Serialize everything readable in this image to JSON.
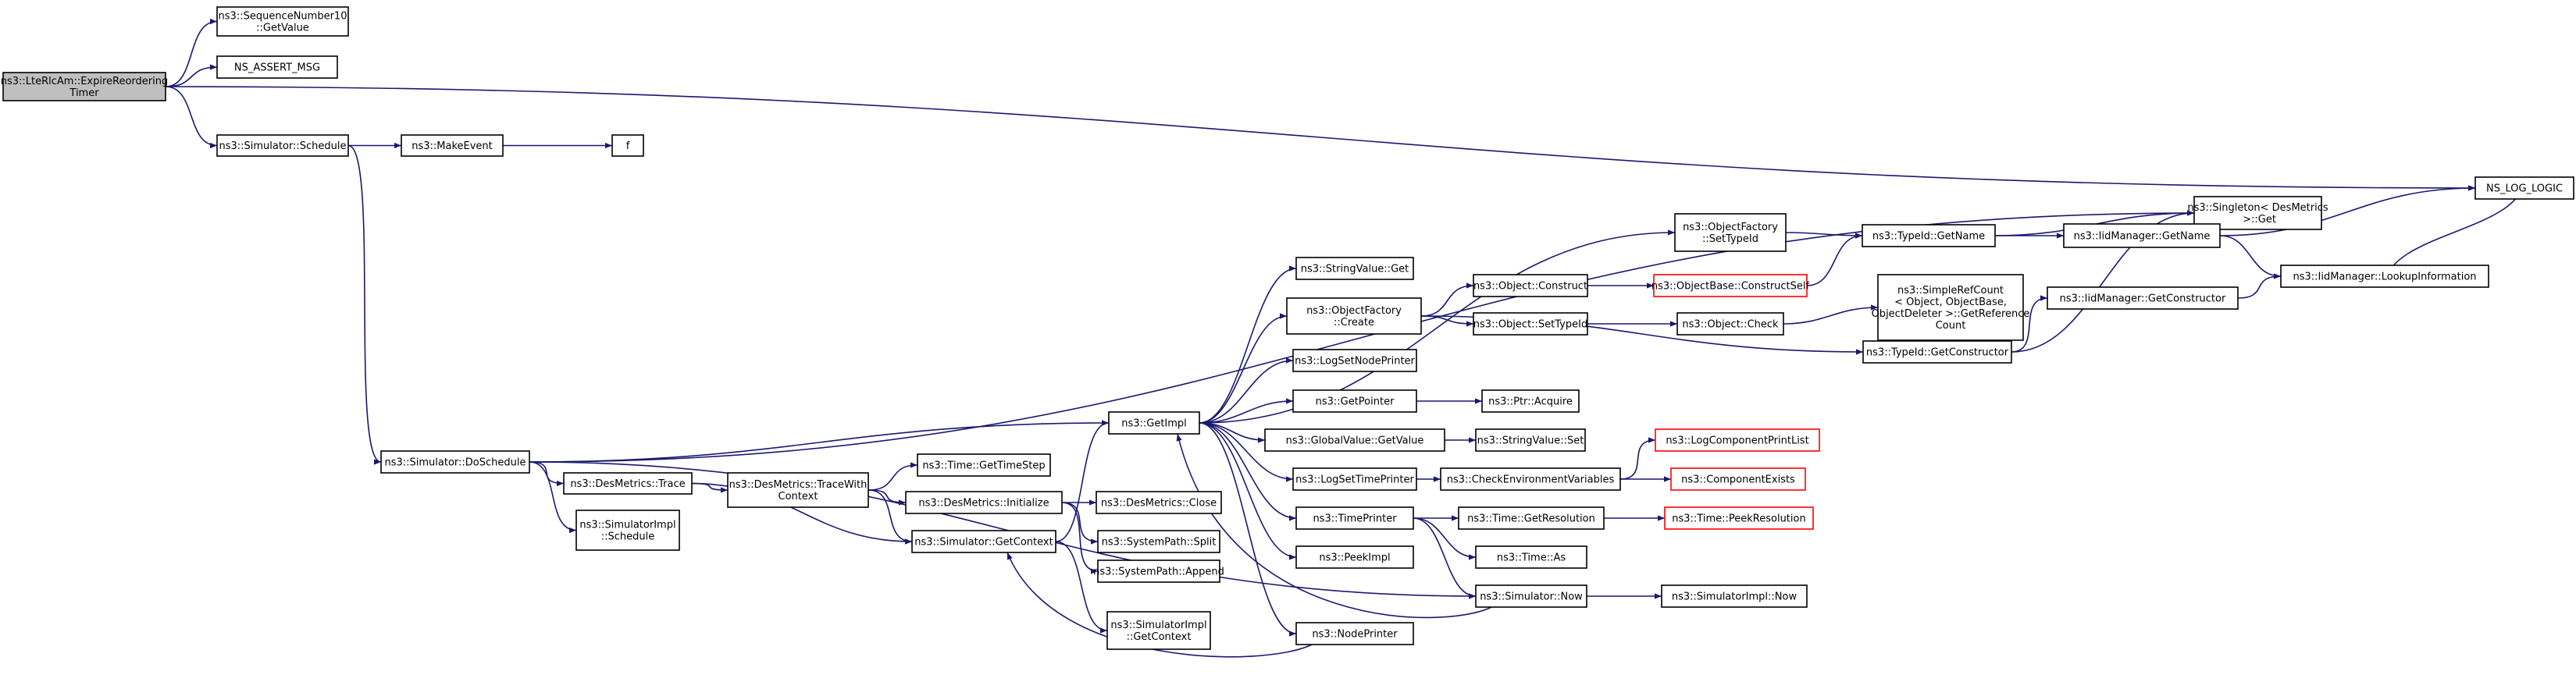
{
  "graph": {
    "type": "call-graph",
    "edge_color": "#191970",
    "root_fill": "#bfbfbf",
    "missing_border_color": "#ff0000",
    "nodes": [
      {
        "id": "root",
        "label": [
          "ns3::LteRlcAm::ExpireReordering",
          "Timer"
        ],
        "style": "root"
      },
      {
        "id": "seqget",
        "label": [
          "ns3::SequenceNumber10",
          "::GetValue"
        ]
      },
      {
        "id": "nsassert",
        "label": [
          "NS_ASSERT_MSG"
        ]
      },
      {
        "id": "simschedule",
        "label": [
          "ns3::Simulator::Schedule"
        ]
      },
      {
        "id": "makeevent",
        "label": [
          "ns3::MakeEvent"
        ]
      },
      {
        "id": "f",
        "label": [
          "f"
        ]
      },
      {
        "id": "doschedule",
        "label": [
          "ns3::Simulator::DoSchedule"
        ]
      },
      {
        "id": "destrace",
        "label": [
          "ns3::DesMetrics::Trace"
        ]
      },
      {
        "id": "simimplschedule",
        "label": [
          "ns3::SimulatorImpl",
          "::Schedule"
        ]
      },
      {
        "id": "tracewith",
        "label": [
          "ns3::DesMetrics::TraceWith",
          "Context"
        ]
      },
      {
        "id": "gettimestep",
        "label": [
          "ns3::Time::GetTimeStep"
        ]
      },
      {
        "id": "desinit",
        "label": [
          "ns3::DesMetrics::Initialize"
        ]
      },
      {
        "id": "getcontext",
        "label": [
          "ns3::Simulator::GetContext"
        ]
      },
      {
        "id": "simimplgetcontext",
        "label": [
          "ns3::SimulatorImpl",
          "::GetContext"
        ]
      },
      {
        "id": "desclose",
        "label": [
          "ns3::DesMetrics::Close"
        ]
      },
      {
        "id": "split",
        "label": [
          "ns3::SystemPath::Split"
        ]
      },
      {
        "id": "append",
        "label": [
          "ns3::SystemPath::Append"
        ]
      },
      {
        "id": "getimpl",
        "label": [
          "ns3::GetImpl"
        ]
      },
      {
        "id": "stringvalueget",
        "label": [
          "ns3::StringValue::Get"
        ]
      },
      {
        "id": "ofcreate",
        "label": [
          "ns3::ObjectFactory",
          "::Create"
        ]
      },
      {
        "id": "logsetnode",
        "label": [
          "ns3::LogSetNodePrinter"
        ]
      },
      {
        "id": "getpointer",
        "label": [
          "ns3::GetPointer"
        ]
      },
      {
        "id": "globalvalue",
        "label": [
          "ns3::GlobalValue::GetValue"
        ]
      },
      {
        "id": "logsettime",
        "label": [
          "ns3::LogSetTimePrinter"
        ]
      },
      {
        "id": "timeprinter",
        "label": [
          "ns3::TimePrinter"
        ]
      },
      {
        "id": "peekimpl",
        "label": [
          "ns3::PeekImpl"
        ]
      },
      {
        "id": "nodeprinter",
        "label": [
          "ns3::NodePrinter"
        ]
      },
      {
        "id": "ofsettypeid",
        "label": [
          "ns3::ObjectFactory",
          "::SetTypeId"
        ]
      },
      {
        "id": "objconstruct",
        "label": [
          "ns3::Object::Construct"
        ]
      },
      {
        "id": "objsettypeid",
        "label": [
          "ns3::Object::SetTypeId"
        ]
      },
      {
        "id": "ptracquire",
        "label": [
          "ns3::Ptr::Acquire"
        ]
      },
      {
        "id": "stringvalueset",
        "label": [
          "ns3::StringValue::Set"
        ]
      },
      {
        "id": "checkenv",
        "label": [
          "ns3::CheckEnvironmentVariables"
        ]
      },
      {
        "id": "getresolution",
        "label": [
          "ns3::Time::GetResolution"
        ]
      },
      {
        "id": "timeas",
        "label": [
          "ns3::Time::As"
        ]
      },
      {
        "id": "simnow",
        "label": [
          "ns3::Simulator::Now"
        ]
      },
      {
        "id": "constructself",
        "label": [
          "ns3::ObjectBase::ConstructSelf"
        ],
        "style": "red"
      },
      {
        "id": "objcheck",
        "label": [
          "ns3::Object::Check"
        ]
      },
      {
        "id": "typeidgetname",
        "label": [
          "ns3::TypeId::GetName"
        ]
      },
      {
        "id": "simplerefcount",
        "label": [
          "ns3::SimpleRefCount",
          "< Object, ObjectBase,",
          "ObjectDeleter >::GetReference",
          "Count"
        ]
      },
      {
        "id": "typeidgetconstructor",
        "label": [
          "ns3::TypeId::GetConstructor"
        ]
      },
      {
        "id": "logcomplist",
        "label": [
          "ns3::LogComponentPrintList"
        ],
        "style": "red"
      },
      {
        "id": "compexists",
        "label": [
          "ns3::ComponentExists"
        ],
        "style": "red"
      },
      {
        "id": "peekresolution",
        "label": [
          "ns3::Time::PeekResolution"
        ],
        "style": "red"
      },
      {
        "id": "simimplnow",
        "label": [
          "ns3::SimulatorImpl::Now"
        ]
      },
      {
        "id": "singleton",
        "label": [
          "ns3::Singleton< DesMetrics",
          " >::Get"
        ]
      },
      {
        "id": "iidgetname",
        "label": [
          "ns3::IidManager::GetName"
        ]
      },
      {
        "id": "iidgetconstructor",
        "label": [
          "ns3::IidManager::GetConstructor"
        ]
      },
      {
        "id": "iidlookup",
        "label": [
          "ns3::IidManager::LookupInformation"
        ]
      },
      {
        "id": "nslog",
        "label": [
          "NS_LOG_LOGIC"
        ]
      }
    ],
    "edges": [
      [
        "root",
        "seqget"
      ],
      [
        "root",
        "nsassert"
      ],
      [
        "root",
        "simschedule"
      ],
      [
        "root",
        "nslog"
      ],
      [
        "simschedule",
        "makeevent"
      ],
      [
        "makeevent",
        "f"
      ],
      [
        "simschedule",
        "doschedule"
      ],
      [
        "doschedule",
        "destrace"
      ],
      [
        "doschedule",
        "simimplschedule"
      ],
      [
        "doschedule",
        "getimpl"
      ],
      [
        "doschedule",
        "simnow"
      ],
      [
        "doschedule",
        "singleton"
      ],
      [
        "destrace",
        "tracewith"
      ],
      [
        "destrace",
        "getcontext"
      ],
      [
        "tracewith",
        "gettimestep"
      ],
      [
        "tracewith",
        "desinit"
      ],
      [
        "tracewith",
        "getcontext"
      ],
      [
        "desinit",
        "desclose"
      ],
      [
        "desinit",
        "split"
      ],
      [
        "desinit",
        "append"
      ],
      [
        "getcontext",
        "getimpl"
      ],
      [
        "getcontext",
        "simimplgetcontext"
      ],
      [
        "getimpl",
        "stringvalueget"
      ],
      [
        "getimpl",
        "ofcreate"
      ],
      [
        "getimpl",
        "logsetnode"
      ],
      [
        "getimpl",
        "getpointer"
      ],
      [
        "getimpl",
        "globalvalue"
      ],
      [
        "getimpl",
        "logsettime"
      ],
      [
        "getimpl",
        "timeprinter"
      ],
      [
        "getimpl",
        "peekimpl"
      ],
      [
        "getimpl",
        "nodeprinter"
      ],
      [
        "getimpl",
        "ofsettypeid"
      ],
      [
        "nodeprinter",
        "getcontext"
      ],
      [
        "simnow",
        "getimpl"
      ],
      [
        "ofcreate",
        "objconstruct"
      ],
      [
        "ofcreate",
        "objsettypeid"
      ],
      [
        "ofcreate",
        "typeidgetconstructor"
      ],
      [
        "getpointer",
        "ptracquire"
      ],
      [
        "globalvalue",
        "stringvalueset"
      ],
      [
        "logsettime",
        "checkenv"
      ],
      [
        "checkenv",
        "logcomplist"
      ],
      [
        "checkenv",
        "compexists"
      ],
      [
        "timeprinter",
        "getresolution"
      ],
      [
        "timeprinter",
        "timeas"
      ],
      [
        "timeprinter",
        "simnow"
      ],
      [
        "getresolution",
        "peekresolution"
      ],
      [
        "simnow",
        "simimplnow"
      ],
      [
        "objconstruct",
        "constructself"
      ],
      [
        "objsettypeid",
        "objcheck"
      ],
      [
        "objcheck",
        "simplerefcount"
      ],
      [
        "constructself",
        "typeidgetname"
      ],
      [
        "ofsettypeid",
        "typeidgetname"
      ],
      [
        "typeidgetname",
        "singleton"
      ],
      [
        "typeidgetname",
        "iidgetname"
      ],
      [
        "typeidgetconstructor",
        "singleton"
      ],
      [
        "typeidgetconstructor",
        "iidgetconstructor"
      ],
      [
        "iidgetname",
        "iidlookup"
      ],
      [
        "iidgetname",
        "nslog"
      ],
      [
        "iidgetconstructor",
        "iidlookup"
      ],
      [
        "iidlookup",
        "nslog"
      ]
    ]
  }
}
